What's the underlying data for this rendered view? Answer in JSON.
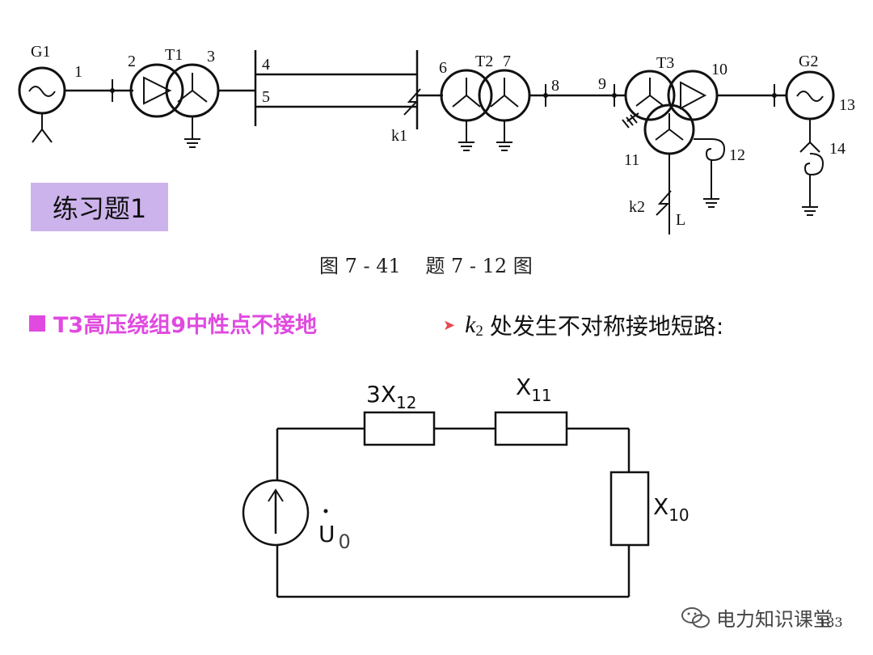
{
  "diagram": {
    "labels": {
      "g1": "G1",
      "t1": "T1",
      "t2": "T2",
      "t3": "T3",
      "g2": "G2",
      "n1": "1",
      "n2": "2",
      "n3": "3",
      "n4": "4",
      "n5": "5",
      "n6": "6",
      "n7": "7",
      "n8": "8",
      "n9": "9",
      "n10": "10",
      "n11": "11",
      "n12": "12",
      "n13": "13",
      "n14": "14",
      "k1": "k1",
      "k2": "k2",
      "load": "L"
    }
  },
  "exercise_title": "练习题1",
  "figure_caption": "图 7 - 41    题 7 - 12 图",
  "condition_text": "T3高压绕组9中性点不接地",
  "task": {
    "k": "k",
    "sub": "2",
    "text": "处发生不对称接地短路:"
  },
  "circuit": {
    "r1_main": "3X",
    "r1_sub": "12",
    "r2_main": "X",
    "r2_sub": "11",
    "r3_main": "X",
    "r3_sub": "10",
    "source_main": "U",
    "source_sub": "0"
  },
  "watermark": "电力知识课堂",
  "page_number": "183",
  "colors": {
    "accent": "#e04ae0",
    "title_bg": "#cdb3ec",
    "arrow": "#e8484e"
  }
}
